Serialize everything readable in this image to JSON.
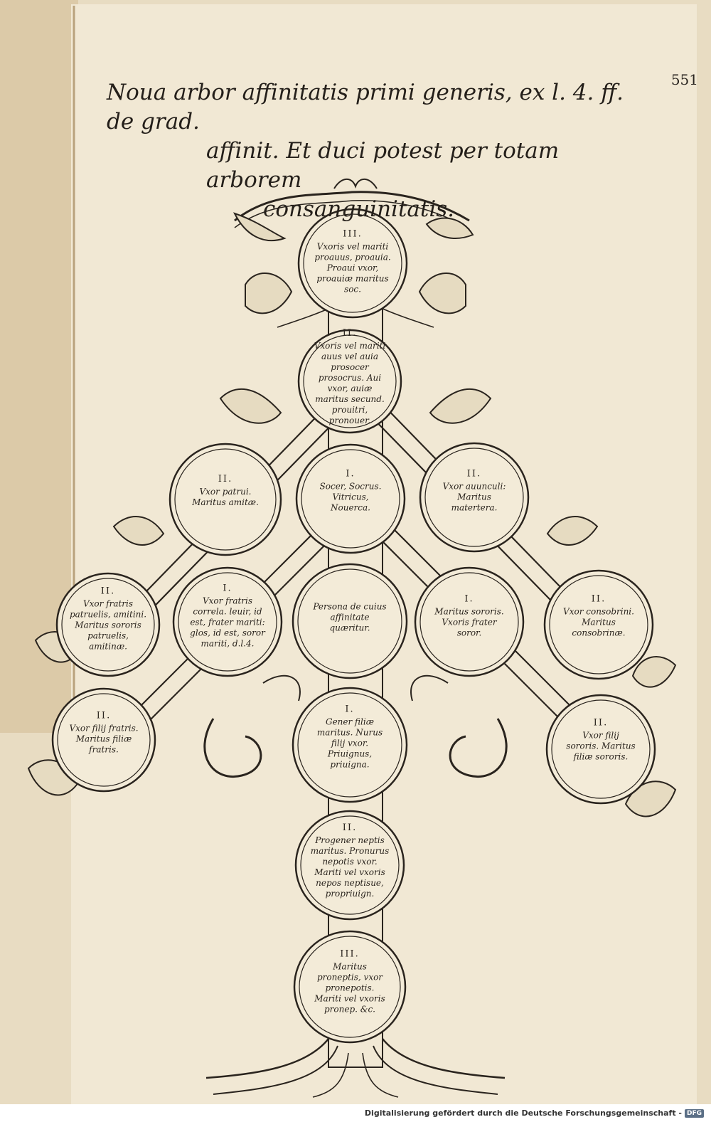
{
  "page_number": "551",
  "title": {
    "line1": "Noua arbor affinitatis primi generis, ex l. 4. ff. de grad.",
    "line2": "affinit. Et duci potest per totam arborem",
    "line3": "consanguinitatis."
  },
  "nodes": {
    "top3": {
      "degree": "III.",
      "text": "Vxoris vel mariti proauus, proauia. Proaui vxor, proauiæ maritus soc."
    },
    "top2": {
      "degree": "II.",
      "text": "Vxoris vel mariti auus vel auia prosocer prosocrus. Aui vxor, auiæ maritus secund. prouitri, pronouer."
    },
    "top1": {
      "degree": "I.",
      "text": "Socer, Socrus. Vitricus, Nouerca."
    },
    "left_upper": {
      "degree": "II.",
      "text": "Vxor patrui. Maritus amitæ."
    },
    "right_upper": {
      "degree": "II.",
      "text": "Vxor auunculi: Maritus matertera."
    },
    "left_mid_outer": {
      "degree": "II.",
      "text": "Vxor fratris patruelis, amitini. Maritus sororis patruelis, amitinæ."
    },
    "left_mid_inner": {
      "degree": "I.",
      "text": "Vxor fratris correla. leuir, id est, frater mariti: glos, id est, soror mariti, d.l.4."
    },
    "center": {
      "degree": "",
      "text": "Persona de cuius affinitate quæritur."
    },
    "right_mid_inner": {
      "degree": "I.",
      "text": "Maritus sororis. Vxoris frater soror."
    },
    "right_mid_outer": {
      "degree": "II.",
      "text": "Vxor consobrini. Maritus consobrinæ."
    },
    "left_low": {
      "degree": "II.",
      "text": "Vxor filij fratris. Maritus filiæ fratris."
    },
    "bottom1": {
      "degree": "I.",
      "text": "Gener filiæ maritus. Nurus filij vxor. Priuignus, priuigna."
    },
    "right_low": {
      "degree": "II.",
      "text": "Vxor filij sororis. Maritus filiæ sororis."
    },
    "bottom2": {
      "degree": "II.",
      "text": "Progener neptis maritus. Pronurus nepotis vxor. Mariti vel vxoris nepos neptisue, propriuign."
    },
    "bottom3": {
      "degree": "III.",
      "text": "Maritus proneptis, vxor pronepotis. Mariti vel vxoris pronep. &c."
    }
  },
  "footer": {
    "text": "Digitalisierung gefördert durch die Deutsche Forschungsgemeinschaft -",
    "logo": "DFG"
  },
  "colors": {
    "paper": "#efe5d0",
    "ink": "#2a241e",
    "book_edge": "#d9c6a6"
  }
}
